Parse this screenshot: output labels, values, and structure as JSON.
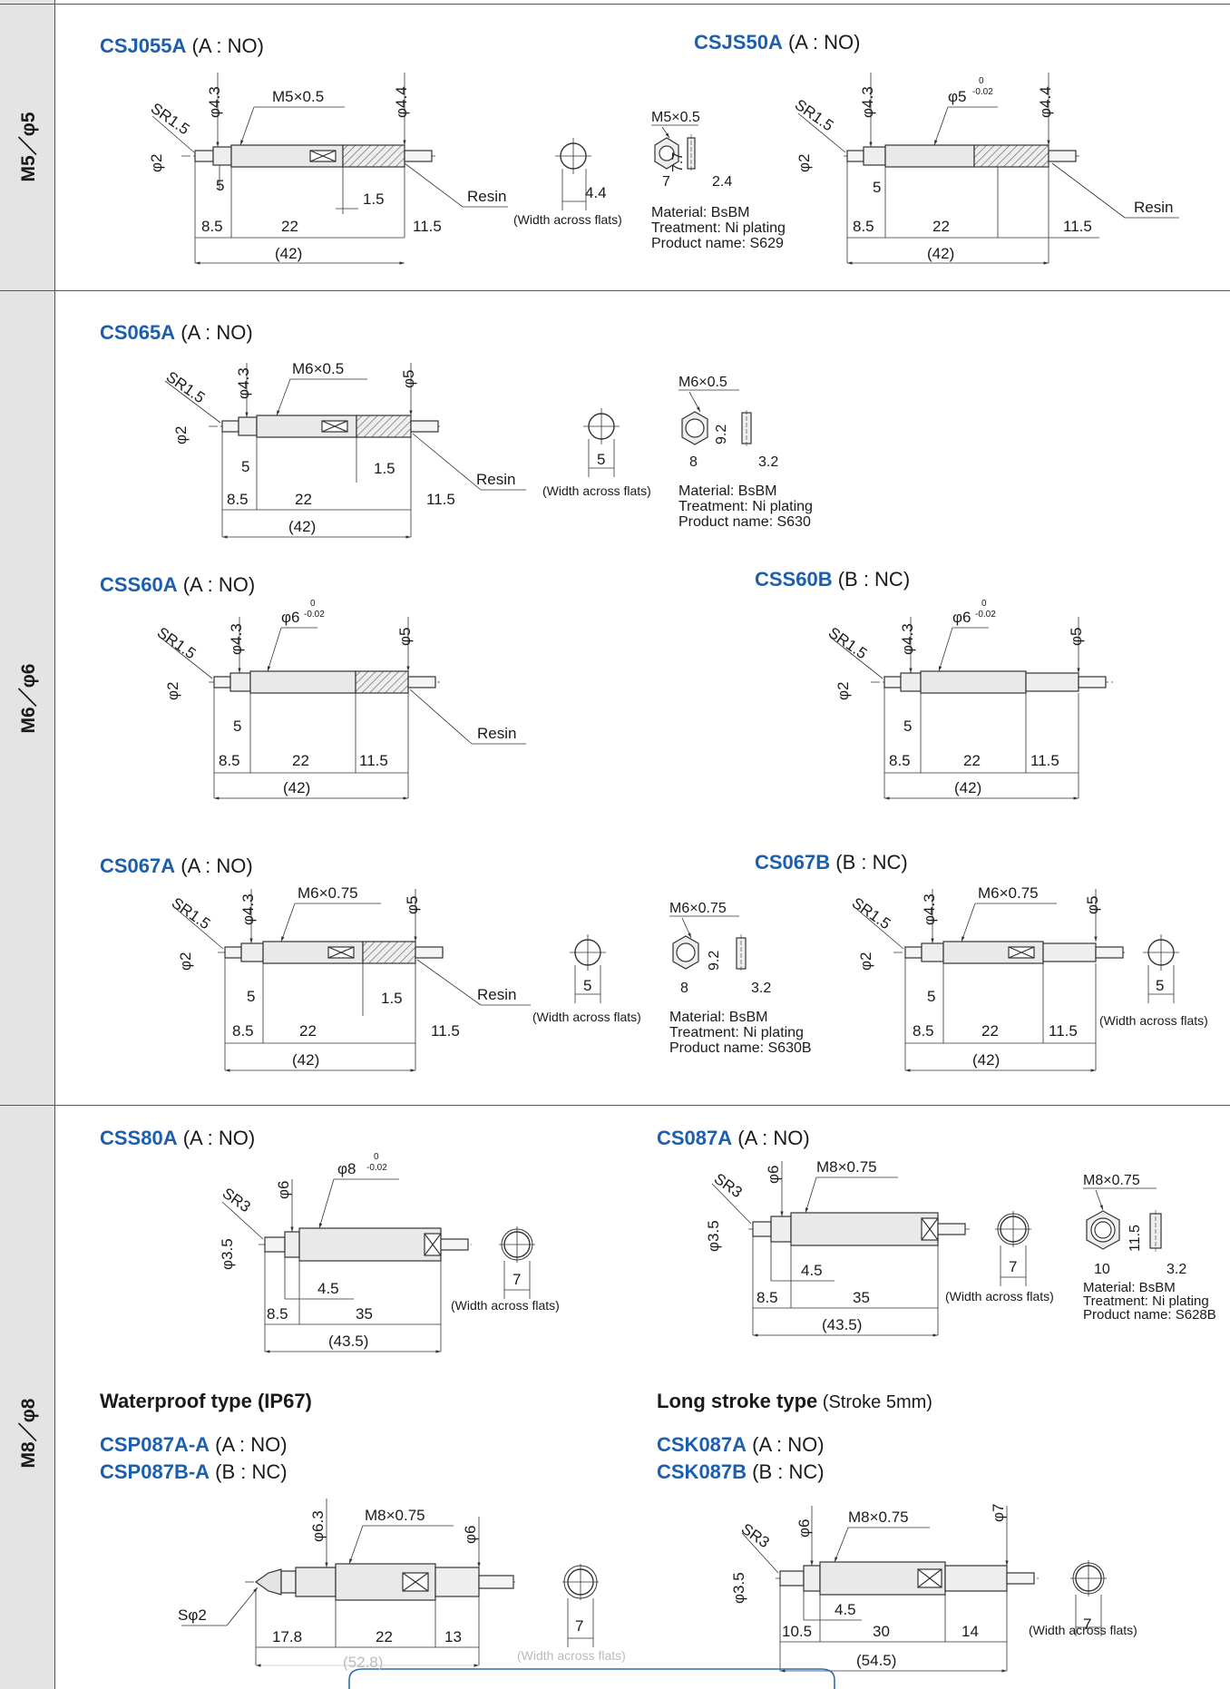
{
  "sections": [
    {
      "label": "M5／φ5"
    },
    {
      "label": "M6／φ6"
    },
    {
      "label": "M8／φ8"
    }
  ],
  "common": {
    "resin": "Resin",
    "waf": "(Width across flats)",
    "sr15": "SR1.5",
    "sr3": "SR3",
    "d2": "φ2",
    "d35": "φ3.5",
    "d43": "φ4.3",
    "d44": "φ4.4",
    "d5": "φ5",
    "d6": "φ6",
    "d63": "φ6.3",
    "d7": "φ7",
    "sd2": "Sφ2"
  },
  "products": {
    "csj055a": {
      "code": "CSJ055A",
      "type": " (A : NO)",
      "thread": "M5×0.5",
      "dims": {
        "a": "5",
        "b": "1.5",
        "c": "8.5",
        "d": "22",
        "e": "11.5",
        "total": "(42)",
        "flat": "4.4"
      }
    },
    "csjs50a": {
      "code": "CSJS50A",
      "type": " (A : NO)",
      "body": "φ5",
      "tol_top": "0",
      "tol_bot": "-0.02",
      "dims": {
        "a": "5",
        "c": "8.5",
        "d": "22",
        "e": "11.5",
        "total": "(42)"
      }
    },
    "nut_s629": {
      "thread": "M5×0.5",
      "w": "7",
      "h": "7.7",
      "t": "2.4",
      "material": "Material: BsBM",
      "treatment": "Treatment: Ni plating",
      "product": "Product name: S629"
    },
    "cs065a": {
      "code": "CS065A",
      "type": " (A : NO)",
      "thread": "M6×0.5",
      "dims": {
        "a": "5",
        "b": "1.5",
        "c": "8.5",
        "d": "22",
        "e": "11.5",
        "total": "(42)",
        "flat": "5"
      }
    },
    "nut_s630": {
      "thread": "M6×0.5",
      "w": "8",
      "h": "9.2",
      "t": "3.2",
      "material": "Material: BsBM",
      "treatment": "Treatment: Ni plating",
      "product": "Product name: S630"
    },
    "css60a": {
      "code": "CSS60A",
      "type": " (A : NO)",
      "body": "φ6",
      "tol_top": "0",
      "tol_bot": "-0.02",
      "dims": {
        "a": "5",
        "c": "8.5",
        "d": "22",
        "e": "11.5",
        "total": "(42)"
      }
    },
    "css60b": {
      "code": "CSS60B",
      "type": " (B : NC)",
      "body": "φ6",
      "tol_top": "0",
      "tol_bot": "-0.02",
      "dims": {
        "a": "5",
        "c": "8.5",
        "d": "22",
        "e": "11.5",
        "total": "(42)"
      }
    },
    "cs067a": {
      "code": "CS067A",
      "type": " (A : NO)",
      "thread": "M6×0.75",
      "dims": {
        "a": "5",
        "b": "1.5",
        "c": "8.5",
        "d": "22",
        "e": "11.5",
        "total": "(42)",
        "flat": "5"
      }
    },
    "nut_s630b": {
      "thread": "M6×0.75",
      "w": "8",
      "h": "9.2",
      "t": "3.2",
      "material": "Material: BsBM",
      "treatment": "Treatment: Ni plating",
      "product": "Product name: S630B"
    },
    "cs067b": {
      "code": "CS067B",
      "type": " (B : NC)",
      "thread": "M6×0.75",
      "dims": {
        "a": "5",
        "c": "8.5",
        "d": "22",
        "e": "11.5",
        "total": "(42)",
        "flat": "5"
      }
    },
    "css80a": {
      "code": "CSS80A",
      "type": " (A : NO)",
      "body": "φ8",
      "tol_top": "0",
      "tol_bot": "-0.02",
      "dims": {
        "a": "4.5",
        "c": "8.5",
        "d": "35",
        "total": "(43.5)",
        "flat": "7"
      }
    },
    "cs087a": {
      "code": "CS087A",
      "type": " (A : NO)",
      "thread": "M8×0.75",
      "dims": {
        "a": "4.5",
        "c": "8.5",
        "d": "35",
        "total": "(43.5)",
        "flat": "7"
      }
    },
    "nut_s628b": {
      "thread": "M8×0.75",
      "w": "10",
      "h": "11.5",
      "t": "3.2",
      "material": "Material: BsBM",
      "treatment": "Treatment: Ni plating",
      "product": "Product name: S628B"
    },
    "waterproof": {
      "title": "Waterproof type (IP67)",
      "code1": "CSP087A-A",
      "type1": " (A : NO)",
      "code2": "CSP087B-A",
      "type2": " (B : NC)",
      "thread": "M8×0.75",
      "dims": {
        "c": "17.8",
        "d": "22",
        "e": "13",
        "total": "(52.8)",
        "flat": "7"
      }
    },
    "longstroke": {
      "title": "Long stroke type",
      "note": " (Stroke 5mm)",
      "code1": "CSK087A",
      "type1": " (A : NO)",
      "code2": "CSK087B",
      "type2": " (B : NC)",
      "thread": "M8×0.75",
      "dims": {
        "a": "4.5",
        "c": "10.5",
        "d": "30",
        "e": "14",
        "total": "(54.5)",
        "flat": "7"
      }
    }
  }
}
